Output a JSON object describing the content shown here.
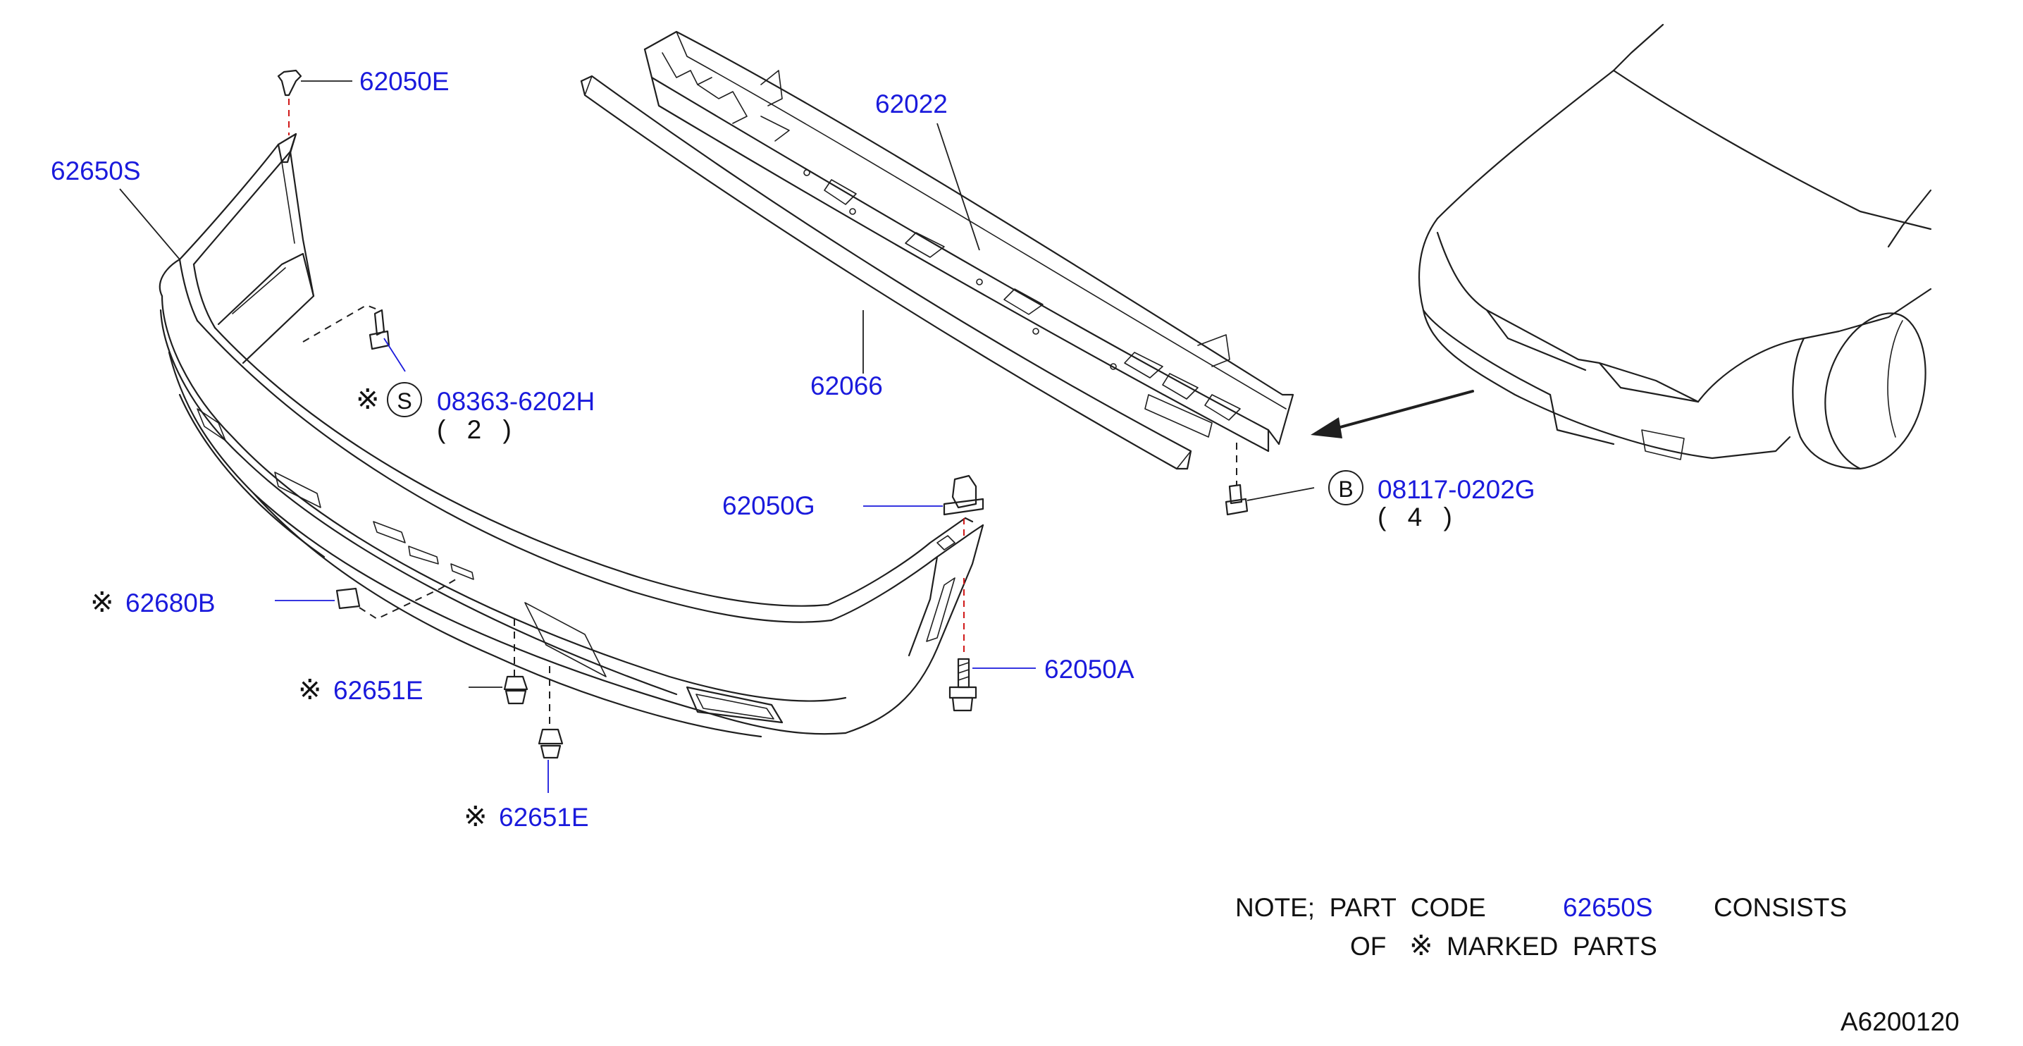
{
  "diagram": {
    "part_labels": {
      "clip_62050E": "62050E",
      "bumper_fascia": "62650S",
      "reinforcement": "62022",
      "energy_absorber": "62066",
      "bolt_s": "08363-6202H",
      "bolt_s_qty": "( 2 )",
      "clip_62050G": "62050G",
      "bolt_b": "08117-0202G",
      "bolt_b_qty": "( 4 )",
      "clip_62680B": "62680B",
      "clip_62651E_upper": "62651E",
      "screw_62050A": "62050A",
      "clip_62651E_lower": "62651E"
    },
    "symbols": {
      "s_circle": "S",
      "b_circle": "B",
      "marked": "※"
    },
    "note": {
      "line1_prefix": "NOTE;  PART  CODE",
      "line1_code": "62650S",
      "line1_suffix": "CONSISTS",
      "line2_prefix": "OF",
      "line2_suffix": "MARKED  PARTS"
    },
    "figure_id": "A6200120"
  },
  "colors": {
    "part_label": "#1a1adc",
    "line_art": "#1f1f1f",
    "dashed_guide": "#d01818",
    "background": "#ffffff"
  }
}
